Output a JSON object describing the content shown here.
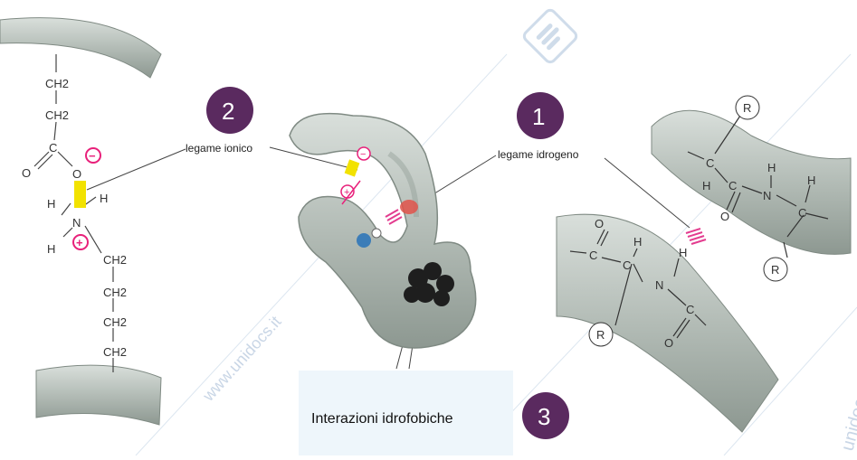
{
  "labels": {
    "ionic_bond": "legame ionico",
    "hydrogen_bond": "legame idrogeno",
    "hydrophobic": "Interazioni idrofobiche"
  },
  "badges": [
    "2",
    "1",
    "3"
  ],
  "left_chain": {
    "top_groups": [
      "CH2",
      "CH2"
    ],
    "carboxyl_c": "C",
    "carboxyl_o_double": "O",
    "carboxyl_o": "O",
    "amine_n": "N",
    "amine_h": [
      "H",
      "H",
      "H"
    ],
    "bottom_groups": [
      "CH2",
      "CH2",
      "CH2",
      "CH2"
    ]
  },
  "charges": {
    "negative": "−",
    "positive": "+"
  },
  "right_chain": {
    "r_groups": [
      "R",
      "R",
      "R"
    ],
    "atoms": [
      "C",
      "C",
      "N",
      "C",
      "H",
      "H",
      "H",
      "O",
      "O",
      "C",
      "C",
      "N",
      "C",
      "H",
      "H",
      "O"
    ]
  },
  "watermark": {
    "site": "www.unidocs.it",
    "side": "unidocs ... tutti i diritti riservati"
  },
  "colors": {
    "badge": "#5a2a5f",
    "ionic_yellow": "#f2e200",
    "charge_pink": "#e8207a",
    "hbond_pink": "#e33c8f",
    "backbone_gray": "#b9c2bd"
  }
}
